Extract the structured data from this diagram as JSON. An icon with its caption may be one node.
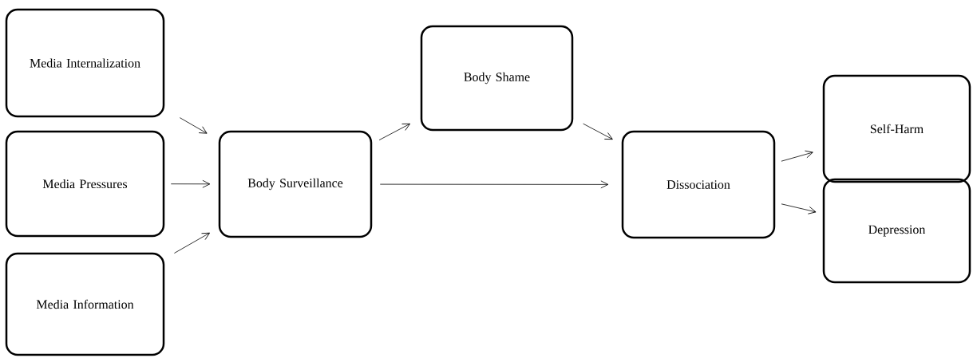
{
  "diagram": {
    "nodes": [
      {
        "text": [
          "Media Internalization"
        ]
      },
      {
        "text": [
          "Media Pressures"
        ]
      },
      {
        "text": [
          "Media Information"
        ]
      },
      {
        "text": [
          "Body Surveillance"
        ]
      },
      {
        "text": [
          "Body Shame"
        ]
      },
      {
        "text": [
          "Dissociation"
        ]
      },
      {
        "text": [
          "Self-Harm"
        ]
      },
      {
        "text": [
          "Depression"
        ]
      }
    ],
    "edges": [
      {
        "from": 0,
        "to": 3,
        "arrow": "to"
      },
      {
        "from": 1,
        "to": 3,
        "arrow": "to"
      },
      {
        "from": 2,
        "to": 3,
        "arrow": "to"
      },
      {
        "from": 3,
        "to": 4,
        "arrow": "to"
      },
      {
        "from": 3,
        "to": 5,
        "arrow": "to"
      },
      {
        "from": 4,
        "to": 5,
        "arrow": "to"
      },
      {
        "from": 5,
        "to": 6,
        "arrow": "to"
      },
      {
        "from": 5,
        "to": 7,
        "arrow": "to"
      }
    ]
  }
}
